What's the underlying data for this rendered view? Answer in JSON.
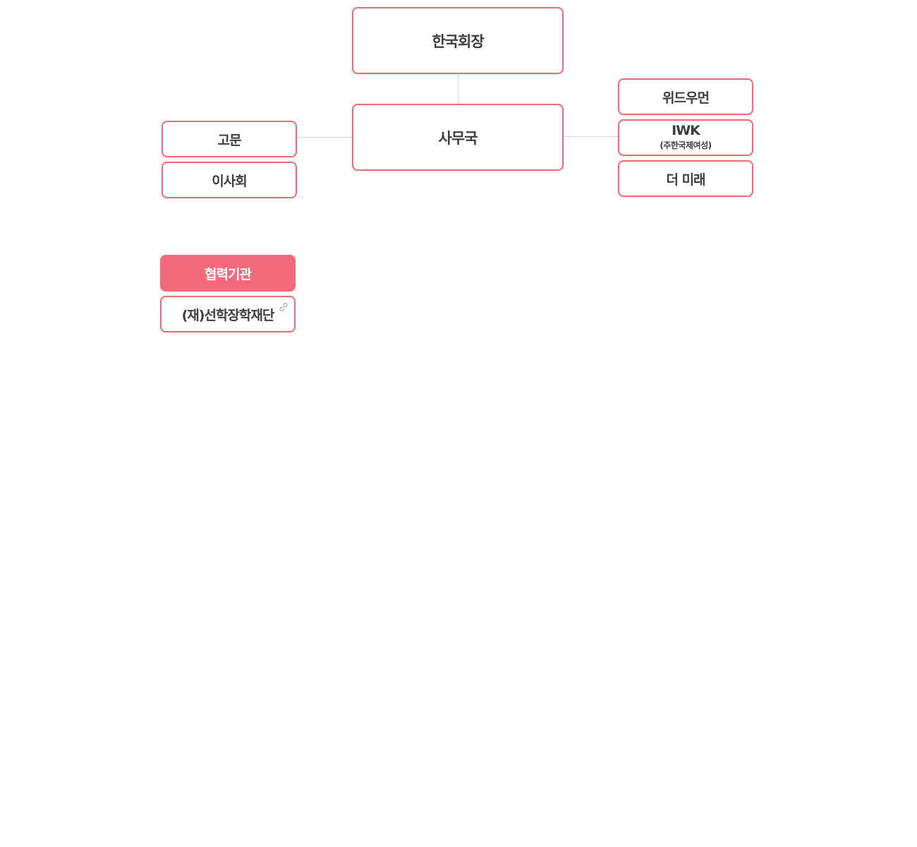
{
  "org_chart": {
    "top": {
      "label": "한국회장"
    },
    "center": {
      "label": "사무국"
    },
    "left": [
      {
        "label": "고문"
      },
      {
        "label": "이사회"
      }
    ],
    "right": [
      {
        "label": "위드우먼"
      },
      {
        "label": "IWK",
        "sub_label": "(주한국제여성)"
      },
      {
        "label": "더 미래"
      }
    ]
  },
  "partners": {
    "header": "협력기관",
    "items": [
      {
        "label": "(재)선학장학재단",
        "icon": "link-icon"
      }
    ]
  },
  "colors": {
    "accent": "#f26a7b",
    "border": "#ec6b7b",
    "text": "#3d3d3d",
    "connector": "#d4d4d4"
  }
}
